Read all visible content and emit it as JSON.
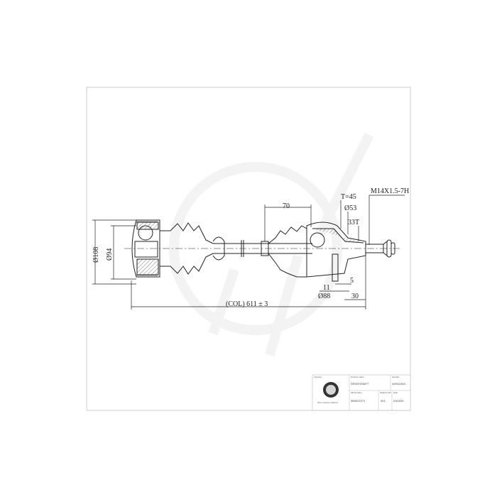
{
  "dimensions": {
    "outer_diameter": "Ø108",
    "inner_diameter": "Ø94",
    "length_70": "70",
    "overall_length": "(COL) 611 ± 3",
    "teeth_outer": "T=45",
    "diameter_53": "Ø53",
    "spline_teeth": "33T",
    "thread": "M14X1.5-7H",
    "dim_5": "5",
    "dim_11": "11",
    "diameter_88": "Ø88",
    "dim_30": "30"
  },
  "title_block": {
    "importer_label": "Importer",
    "importer_text": "SKL Importer address",
    "product_name_label": "Product name",
    "product_name": "DRIVESHAFT",
    "symbol_label": "Symbol",
    "symbol": "40EN1303",
    "oe_number_label": "OE Number",
    "oe_number": "3B0407271",
    "diagram_no_label": "Diagram No",
    "diagram_no": "001",
    "date_label": "Date",
    "date": "03/2025"
  },
  "colors": {
    "line": "#222222",
    "frame": "#cccccc",
    "watermark": "#eeeeee"
  }
}
